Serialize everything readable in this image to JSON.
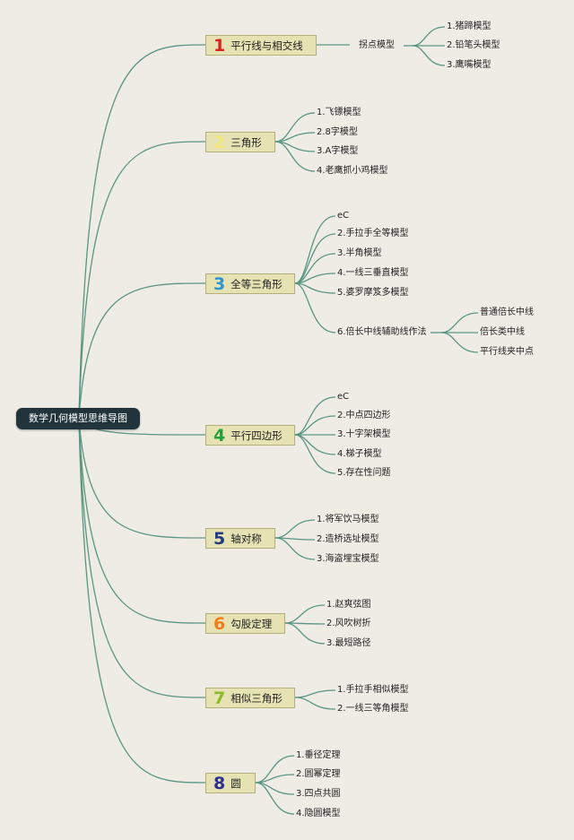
{
  "root": {
    "label": "数学几何模型思维导图"
  },
  "topics": [
    {
      "num": "1",
      "color": "#d9261c",
      "label": "平行线与相交线"
    },
    {
      "num": "2",
      "color": "#f2e87a",
      "label": "三角形"
    },
    {
      "num": "3",
      "color": "#2f94d2",
      "label": "全等三角形"
    },
    {
      "num": "4",
      "color": "#23a23b",
      "label": "平行四边形"
    },
    {
      "num": "5",
      "color": "#213a80",
      "label": "轴对称"
    },
    {
      "num": "6",
      "color": "#ef7d1e",
      "label": "勾股定理"
    },
    {
      "num": "7",
      "color": "#8dba29",
      "label": "相似三角形"
    },
    {
      "num": "8",
      "color": "#2b2f8e",
      "label": "圆"
    }
  ],
  "leaves": {
    "t1_mid": "拐点模型",
    "t1": [
      "1.猪蹄模型",
      "2.铅笔头模型",
      "3.鹰嘴模型"
    ],
    "t2": [
      "1.飞镖模型",
      "2.8字模型",
      "3.A字模型",
      "4.老鹰抓小鸡模型"
    ],
    "t3": [
      "eC",
      "2.手拉手全等模型",
      "3.半角模型",
      "4.一线三垂直模型",
      "5.婆罗摩笈多模型",
      "6.倍长中线辅助线作法"
    ],
    "t3_sub": [
      "普通倍长中线",
      "倍长类中线",
      "平行线夹中点"
    ],
    "t4": [
      "eC",
      "2.中点四边形",
      "3.十字架模型",
      "4.梯子模型",
      "5.存在性问题"
    ],
    "t5": [
      "1.将军饮马模型",
      "2.造桥选址模型",
      "3.海盗埋宝模型"
    ],
    "t6": [
      "1.赵爽弦图",
      "2.风吹树折",
      "3.最短路径"
    ],
    "t7": [
      "1.手拉手相似模型",
      "2.一线三等角模型"
    ],
    "t8": [
      "1.垂径定理",
      "2.圆幂定理",
      "3.四点共圆",
      "4.隐圆模型"
    ]
  }
}
